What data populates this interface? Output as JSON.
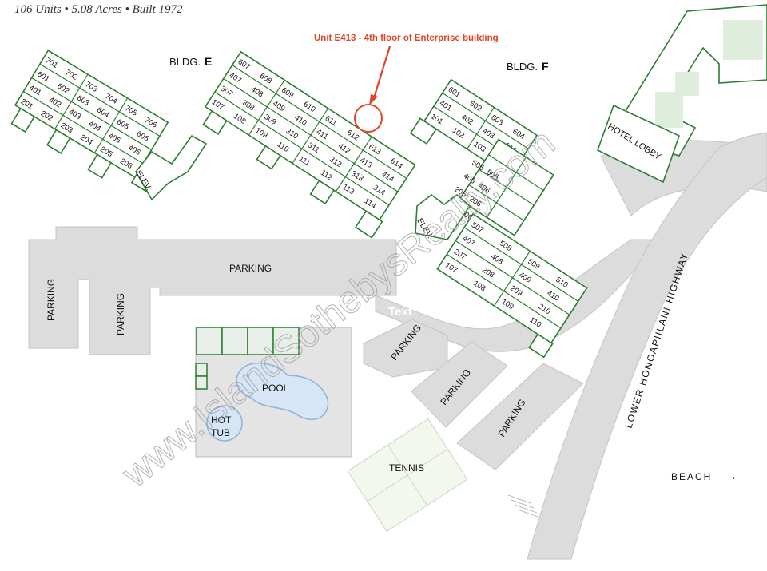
{
  "header": {
    "stats": "106 Units • 5.08 Acres • Built 1972"
  },
  "annotation": {
    "text": "Unit E413 - 4th floor of Enterprise building",
    "color": "#e0442a"
  },
  "buildings": {
    "e_prefix": "BLDG.",
    "e_letter": "E",
    "f_prefix": "BLDG.",
    "f_letter": "F",
    "elevator_label": "ELEV.",
    "hotel_lobby": "HOTEL LOBBY",
    "e_units": {
      "wing1": [
        [
          "701",
          "702",
          "703",
          "704",
          "705",
          "706"
        ],
        [
          "601",
          "602",
          "603",
          "604",
          "605",
          "606"
        ],
        [
          "401",
          "402",
          "403",
          "404",
          "405",
          "406"
        ],
        [
          "201",
          "202",
          "203",
          "204",
          "205",
          "206"
        ]
      ],
      "wing2": [
        [
          "607",
          "608",
          "609",
          "610",
          "611",
          "612",
          "613",
          "614"
        ],
        [
          "407",
          "408",
          "409",
          "410",
          "411",
          "412",
          "413",
          "414"
        ],
        [
          "307",
          "308",
          "309",
          "310",
          "311",
          "312",
          "313",
          "314"
        ],
        [
          "107",
          "108",
          "109",
          "110",
          "111",
          "112",
          "113",
          "114"
        ]
      ]
    },
    "f_units": {
      "upper": [
        [
          "601",
          "602",
          "603",
          "604"
        ],
        [
          "401",
          "402",
          "403",
          "404"
        ],
        [
          "101",
          "102",
          "103",
          "104"
        ]
      ],
      "middle": [
        [
          "505",
          "506"
        ],
        [
          "405",
          "406"
        ],
        [
          "205",
          "206"
        ],
        [
          "105",
          "106"
        ]
      ],
      "lower": [
        [
          "507",
          "508",
          "509",
          "510"
        ],
        [
          "407",
          "408",
          "409",
          "410"
        ],
        [
          "207",
          "208",
          "209",
          "210"
        ],
        [
          "107",
          "108",
          "109",
          "110"
        ]
      ]
    }
  },
  "areas": {
    "parking_main": "PARKING",
    "parking_left_a": "PARKING",
    "parking_left_b": "PARKING",
    "parking_lot_1": "PARKING",
    "parking_lot_2": "PARKING",
    "parking_lot_3": "PARKING",
    "pool": "POOL",
    "hot_tub_line1": "HOT",
    "hot_tub_line2": "TUB",
    "tennis": "TENNIS",
    "highway": "LOWER HONOAPIILANI HIGHWAY",
    "beach": "BEACH",
    "beach_arrow": "→"
  },
  "watermark": {
    "main": "www.IslandSothebysRealty.com",
    "stray": "Text"
  },
  "colors": {
    "building_stroke": "#2e7d32",
    "pavement": "#dcdcdc",
    "pool": "#d6e6f7",
    "highlight": "#e0442a"
  }
}
